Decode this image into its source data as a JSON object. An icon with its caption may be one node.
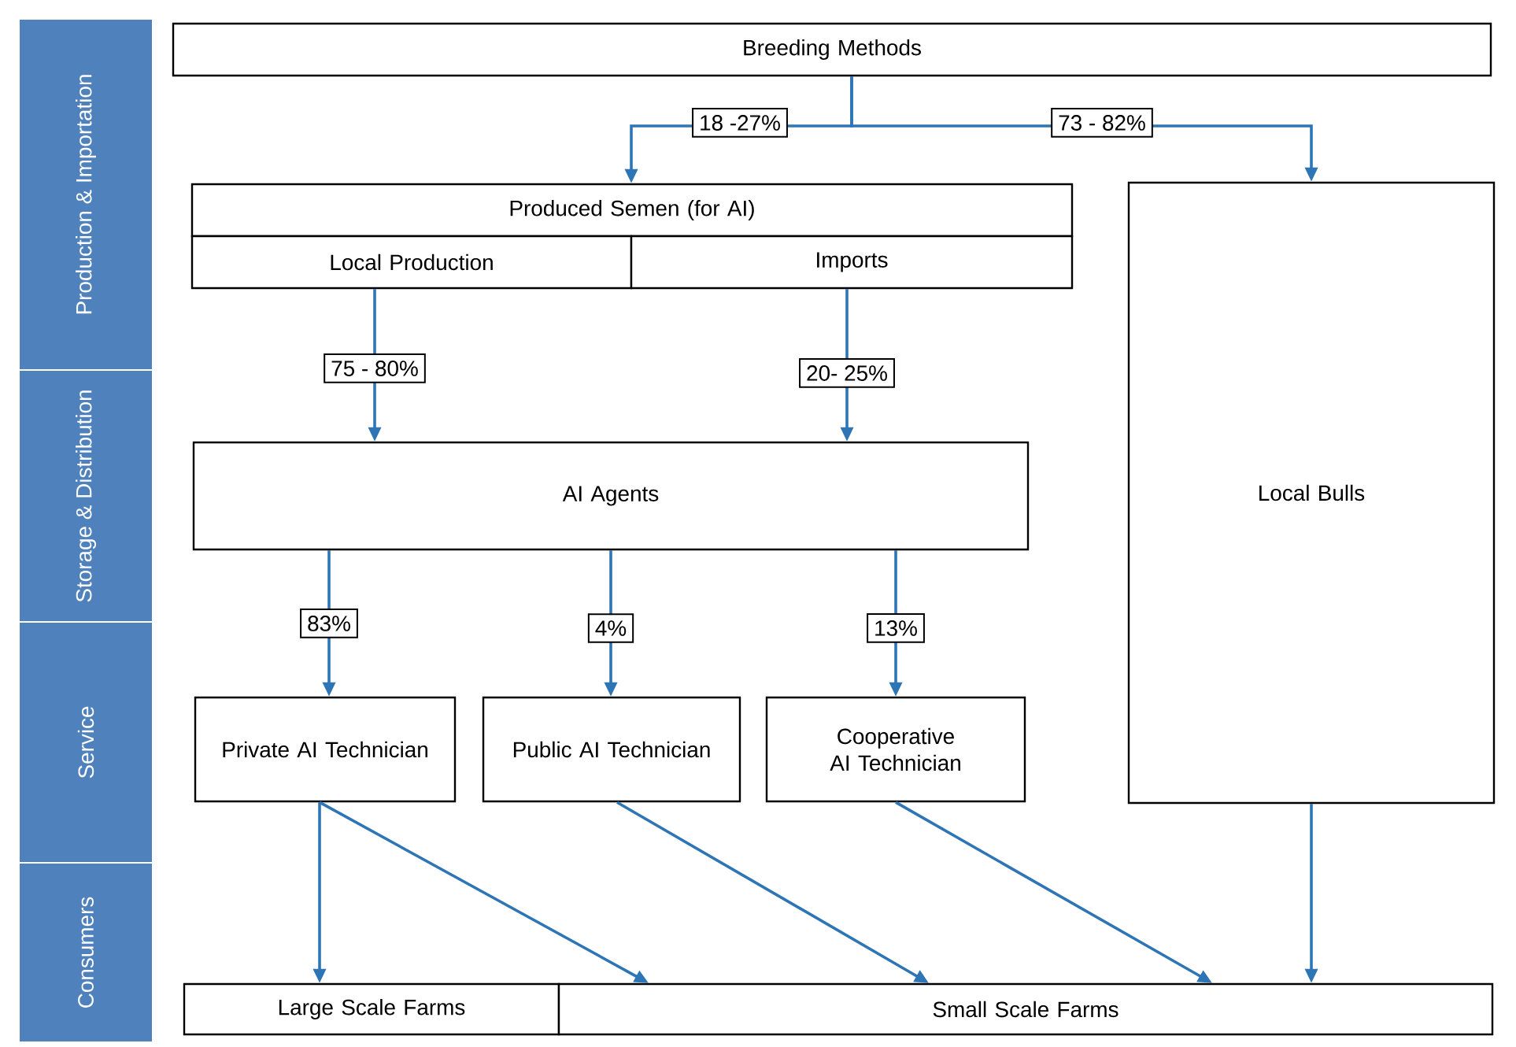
{
  "diagram": {
    "nodes": [
      {
        "text": [
          "Breeding Methods"
        ]
      },
      {
        "text": [
          "Produced Semen (for AI)"
        ]
      },
      {
        "text": [
          "Local Production"
        ]
      },
      {
        "text": [
          "Imports"
        ]
      },
      {
        "text": [
          "Local Bulls"
        ]
      },
      {
        "text": [
          "AI Agents"
        ]
      },
      {
        "text": [
          "Private AI Technician"
        ]
      },
      {
        "text": [
          "Public AI Technician"
        ]
      },
      {
        "text": [
          "Cooperative AI Technician"
        ]
      },
      {
        "text": [
          "Large Scale Farms"
        ]
      },
      {
        "text": [
          "Small Scale Farms"
        ]
      },
      {
        "text": [
          "Production & Importation"
        ]
      },
      {
        "text": [
          "Storage & Distribution"
        ]
      },
      {
        "text": [
          "Service"
        ]
      },
      {
        "text": [
          "Consumers"
        ]
      }
    ],
    "edges": [
      {
        "from": 0,
        "to": 1,
        "arrow": "to",
        "label": "18 -27%"
      },
      {
        "from": 0,
        "to": 4,
        "arrow": "to",
        "label": "73 - 82%"
      },
      {
        "from": 2,
        "to": 5,
        "arrow": "to",
        "label": "75 - 80%"
      },
      {
        "from": 3,
        "to": 5,
        "arrow": "to",
        "label": "20- 25%"
      },
      {
        "from": 5,
        "to": 6,
        "arrow": "to",
        "label": "83%"
      },
      {
        "from": 5,
        "to": 7,
        "arrow": "to",
        "label": "4%"
      },
      {
        "from": 5,
        "to": 8,
        "arrow": "to",
        "label": "13%"
      },
      {
        "from": 6,
        "to": 9,
        "arrow": "to"
      },
      {
        "from": 6,
        "to": 10,
        "arrow": "to"
      },
      {
        "from": 7,
        "to": 10,
        "arrow": "to"
      },
      {
        "from": 8,
        "to": 10,
        "arrow": "to"
      },
      {
        "from": 4,
        "to": 10,
        "arrow": "to"
      }
    ]
  }
}
